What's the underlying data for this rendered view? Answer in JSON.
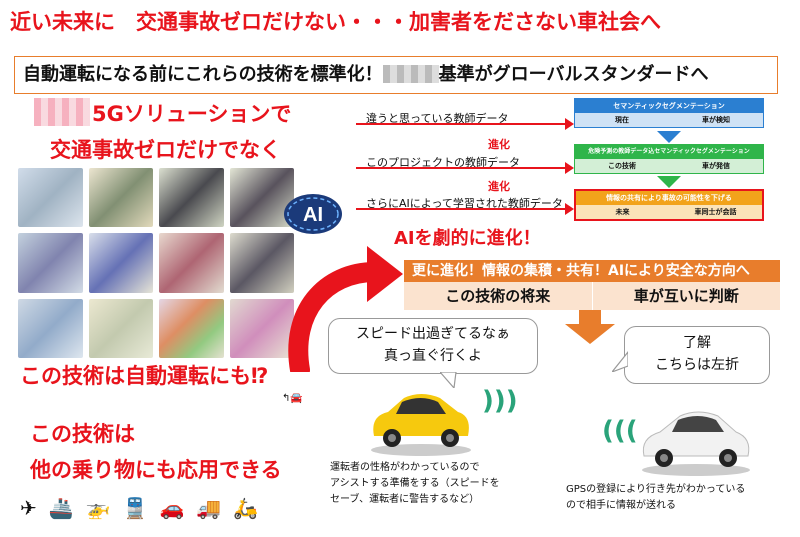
{
  "title": "近い未来に　交通事故ゼロだけない・・・加害者をださない車社会へ",
  "subtitle": "自動運転になる前にこれらの技術を標準化！",
  "subtitle_suffix": "基準がグローバルスタンダードへ",
  "headline_5g": "5Gソリューションで",
  "headline_zero": "交通事故ゼロだけでなく",
  "ai_badge": "AI",
  "rows": [
    {
      "label": "違うと思っている教師データ",
      "evolution": ""
    },
    {
      "label": "このプロジェクトの教師データ",
      "evolution": "進化"
    },
    {
      "label": "さらにAIによって学習された教師データ",
      "evolution": "進化"
    }
  ],
  "stage_boxes": [
    {
      "header": "セマンティックセグメンテーション",
      "left": "現在",
      "right": "車が検知",
      "color": "#2b7fd1",
      "light": "#cfe2f5"
    },
    {
      "header": "危険予測の教師データ込セマンティックセグメンテーション",
      "left": "この技術",
      "right": "車が発信",
      "color": "#2fb54a",
      "light": "#d3efd6"
    },
    {
      "header": "情報の共有により事故の可能性を下げる",
      "left": "未来",
      "right": "車同士が会話",
      "color": "#f2a31b",
      "light": "#fbe3b8"
    }
  ],
  "ai_evolve": "AIを劇的に進化！",
  "future": {
    "header": "更に進化！情報の集積・共有！AIにより安全な方向へ",
    "left": "この技術の将来",
    "right": "車が互いに判断"
  },
  "bubble_left": {
    "line1": "スピード出過ぎてるなぁ",
    "line2": "真っ直ぐ行くよ"
  },
  "bubble_right": {
    "line1": "了解",
    "line2": "こちらは左折"
  },
  "ad_question": "この技術は自動運転にも⁉",
  "other_line1": "この技術は",
  "other_line2": "他の乗り物にも応用できる",
  "vehicles": [
    "✈",
    "🚢",
    "🚁",
    "🚆",
    "🚗",
    "🚚",
    "🛵"
  ],
  "car_left_desc": [
    "運転者の性格がわかっているので",
    "アシストする準備をする（スピードを",
    "セーブ、運転者に警告するなど）"
  ],
  "car_right_desc": [
    "GPSの登録により行き先がわかっている",
    "ので相手に情報が送れる"
  ]
}
